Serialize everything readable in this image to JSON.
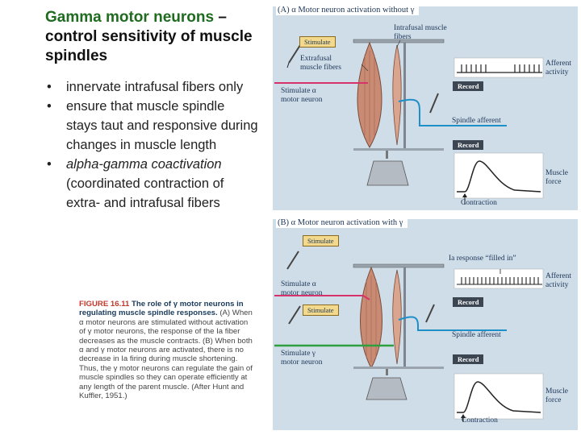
{
  "slide": {
    "title_highlight": "Gamma motor neurons",
    "title_rest": " – control sensitivity of muscle spindles",
    "bullets": [
      {
        "text_a": "innervate intrafusal fibers only",
        "text_b": ""
      },
      {
        "text_a": "ensure that muscle spindle stays taut and responsive during changes in muscle length",
        "text_b": ""
      },
      {
        "text_a": "alpha-gamma coactivation",
        "text_b": " (coordinated contraction of extra- and intrafusal fibers"
      }
    ]
  },
  "caption": {
    "head": "FIGURE 16.11",
    "title": " The role of γ motor neurons in regulating muscle spindle responses.",
    "body": " (A) When α motor neurons are stimulated without activation of γ motor neurons, the response of the Ia fiber decreases as the muscle contracts. (B) When both α and γ motor neurons are activated, there is no decrease in Ia firing during muscle shortening. Thus, the γ motor neurons can regulate the gain of muscle spindles so they can operate efficiently at any length of the parent muscle. (After Hunt and Kuffler, 1951.)"
  },
  "panel_a": {
    "title": "(A) α Motor neuron activation without γ",
    "stimulate": "Stimulate",
    "intrafusal": "Intrafusal muscle fibers",
    "extrafusal": "Extrafusal muscle fibers",
    "stim_alpha": "Stimulate α motor neuron",
    "record1": "Record",
    "afferent": "Afferent activity",
    "spindle_afferent": "Spindle afferent",
    "record2": "Record",
    "muscle_force": "Muscle force",
    "contraction": "Contraction"
  },
  "panel_b": {
    "title": "(B) α Motor neuron activation with γ",
    "stimulate1": "Stimulate",
    "ia_response": "Ia response “filled in”",
    "stim_alpha": "Stimulate α motor neuron",
    "record1": "Record",
    "afferent": "Afferent activity",
    "stimulate2": "Stimulate",
    "spindle_afferent": "Spindle afferent",
    "record2": "Record",
    "stim_gamma": "Stimulate γ motor neuron",
    "muscle_force": "Muscle force",
    "contraction": "Contraction"
  },
  "colors": {
    "title_green": "#1f6b1f",
    "panel_bg": "#cfdde8",
    "alpha_line": "#d6336c",
    "afferent_line": "#1f8fc8",
    "gamma_line": "#2e9e3e",
    "muscle": "#c98b73"
  }
}
